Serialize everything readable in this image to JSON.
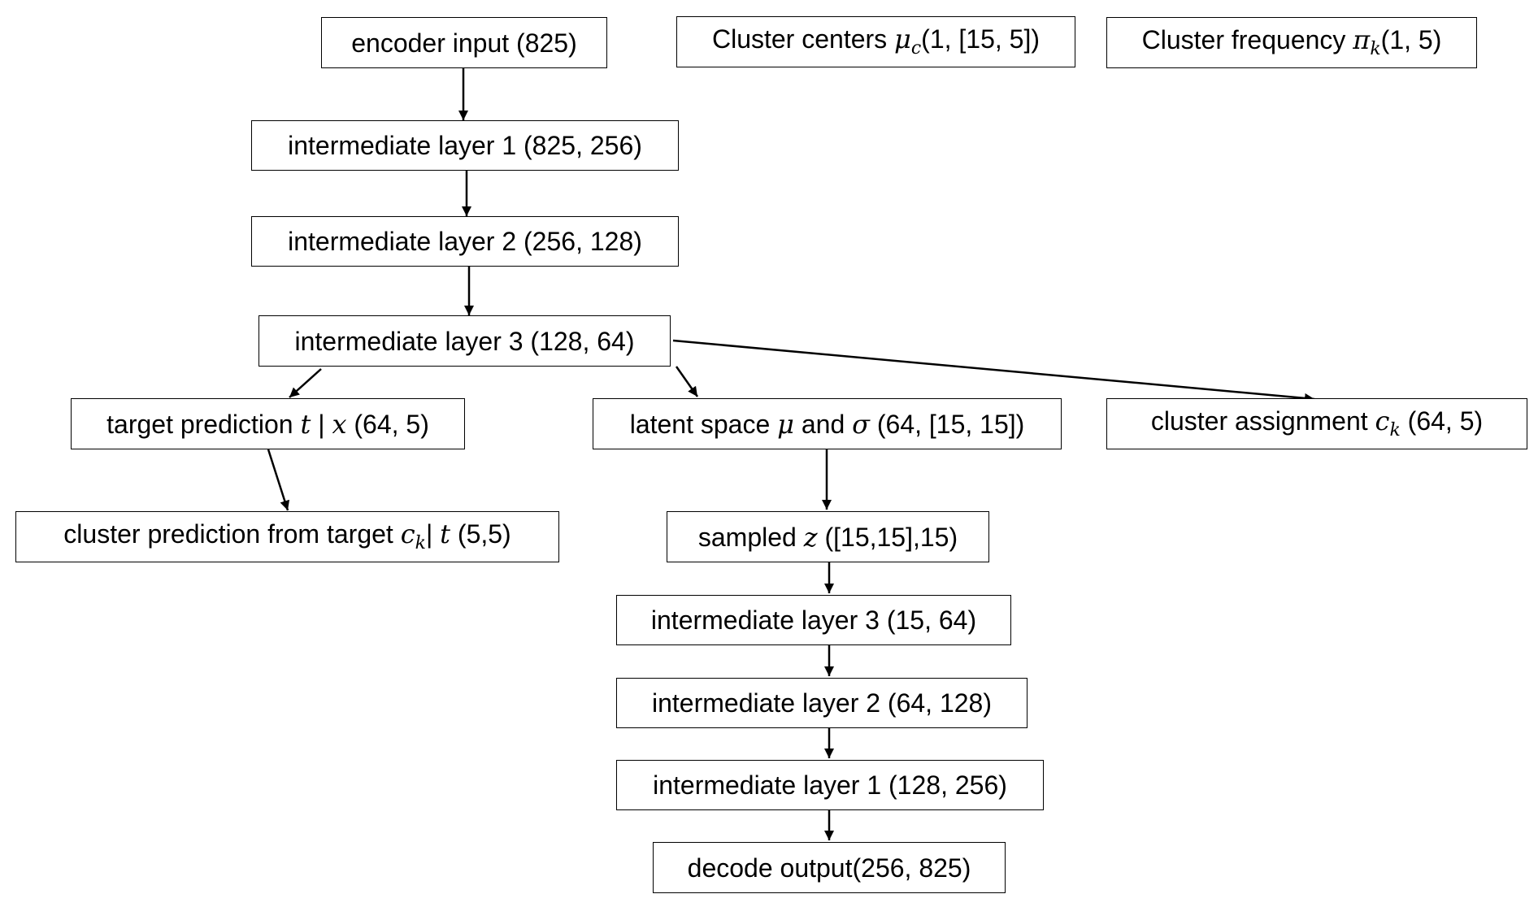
{
  "nodes": {
    "encoder_input": "encoder input (825)",
    "cluster_centers": {
      "pre": "Cluster centers ",
      "sym": "μ",
      "sub": "c",
      "post": "(1, [15, 5])"
    },
    "cluster_frequency": {
      "pre": "Cluster frequency ",
      "sym": "π",
      "sub": "k",
      "post": "(1, 5)"
    },
    "enc_layer1": "intermediate layer 1 (825, 256)",
    "enc_layer2": "intermediate layer 2 (256, 128)",
    "enc_layer3": "intermediate layer 3 (128, 64)",
    "target_prediction": {
      "pre": "target prediction ",
      "t": "t",
      "bar": " | ",
      "x": "x",
      "post": " (64, 5)"
    },
    "latent_space": {
      "pre": "latent space ",
      "mu": "μ",
      "and": " and ",
      "sigma": "σ",
      "post": " (64, [15, 15])"
    },
    "cluster_assignment": {
      "pre": "cluster assignment ",
      "sym": "c",
      "sub": "k",
      "post": " (64, 5)"
    },
    "cluster_prediction": {
      "pre": "cluster prediction from target ",
      "sym": "c",
      "sub": "k",
      "bar": "| ",
      "t": "t",
      "post": " (5,5)"
    },
    "sampled_z": {
      "pre": "sampled ",
      "z": "z",
      "post": " ([15,15],15)"
    },
    "dec_layer3": "intermediate layer 3 (15, 64)",
    "dec_layer2": "intermediate layer 2 (64, 128)",
    "dec_layer1": "intermediate layer 1 (128, 256)",
    "decode_output": "decode output(256, 825)"
  },
  "edges": [
    [
      "encoder_input",
      "enc_layer1"
    ],
    [
      "enc_layer1",
      "enc_layer2"
    ],
    [
      "enc_layer2",
      "enc_layer3"
    ],
    [
      "enc_layer3",
      "target_prediction"
    ],
    [
      "enc_layer3",
      "latent_space"
    ],
    [
      "enc_layer3",
      "cluster_assignment"
    ],
    [
      "target_prediction",
      "cluster_prediction"
    ],
    [
      "latent_space",
      "sampled_z"
    ],
    [
      "sampled_z",
      "dec_layer3"
    ],
    [
      "dec_layer3",
      "dec_layer2"
    ],
    [
      "dec_layer2",
      "dec_layer1"
    ],
    [
      "dec_layer1",
      "decode_output"
    ]
  ]
}
